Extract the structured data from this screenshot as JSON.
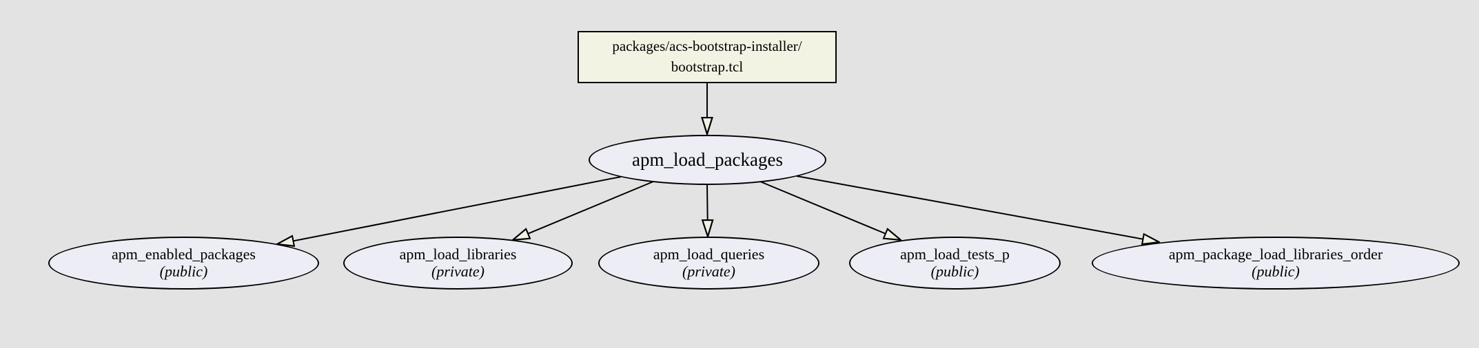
{
  "diagram": {
    "type": "call-graph",
    "file_node": {
      "label_line1": "packages/acs-bootstrap-installer/",
      "label_line2": "bootstrap.tcl"
    },
    "root_node": {
      "label": "apm_load_packages"
    },
    "callee_nodes": [
      {
        "label": "apm_enabled_packages",
        "visibility": "(public)"
      },
      {
        "label": "apm_load_libraries",
        "visibility": "(private)"
      },
      {
        "label": "apm_load_queries",
        "visibility": "(private)"
      },
      {
        "label": "apm_load_tests_p",
        "visibility": "(public)"
      },
      {
        "label": "apm_package_load_libraries_order",
        "visibility": "(public)"
      }
    ],
    "colors": {
      "background": "#e3e3e3",
      "file_node_fill": "#f2f3e3",
      "proc_node_fill": "#ededf5",
      "edge_stroke": "#000000",
      "arrowhead_fill": "#f0f1e2",
      "text": "#000000"
    }
  }
}
